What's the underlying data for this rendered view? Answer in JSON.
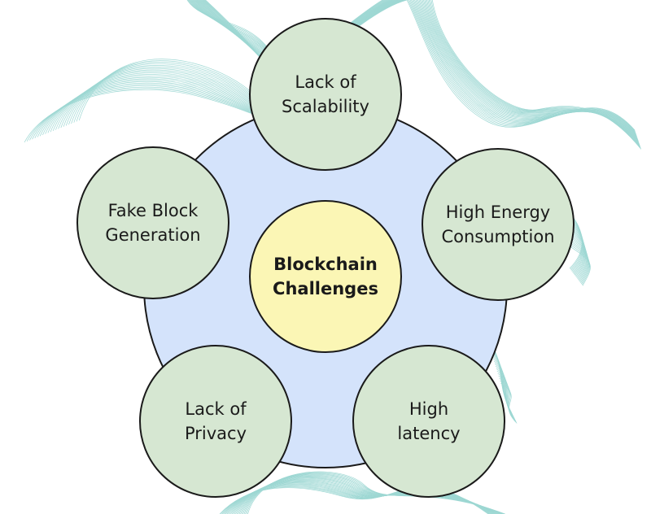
{
  "center": {
    "label": "Blockchain\nChallenges"
  },
  "nodes": [
    {
      "id": "scalability",
      "label": "Lack of\nScalability"
    },
    {
      "id": "energy",
      "label": "High Energy\nConsumption"
    },
    {
      "id": "latency",
      "label": "High\nlatency"
    },
    {
      "id": "privacy",
      "label": "Lack of\nPrivacy"
    },
    {
      "id": "fake-block",
      "label": "Fake Block\nGeneration"
    }
  ],
  "colors": {
    "outer_ring": "#d4e3fb",
    "node_fill": "#d6e7d2",
    "center_fill": "#fbf6b5",
    "outline": "#1a1a1a",
    "wave_lines": "#4fb8b0"
  }
}
